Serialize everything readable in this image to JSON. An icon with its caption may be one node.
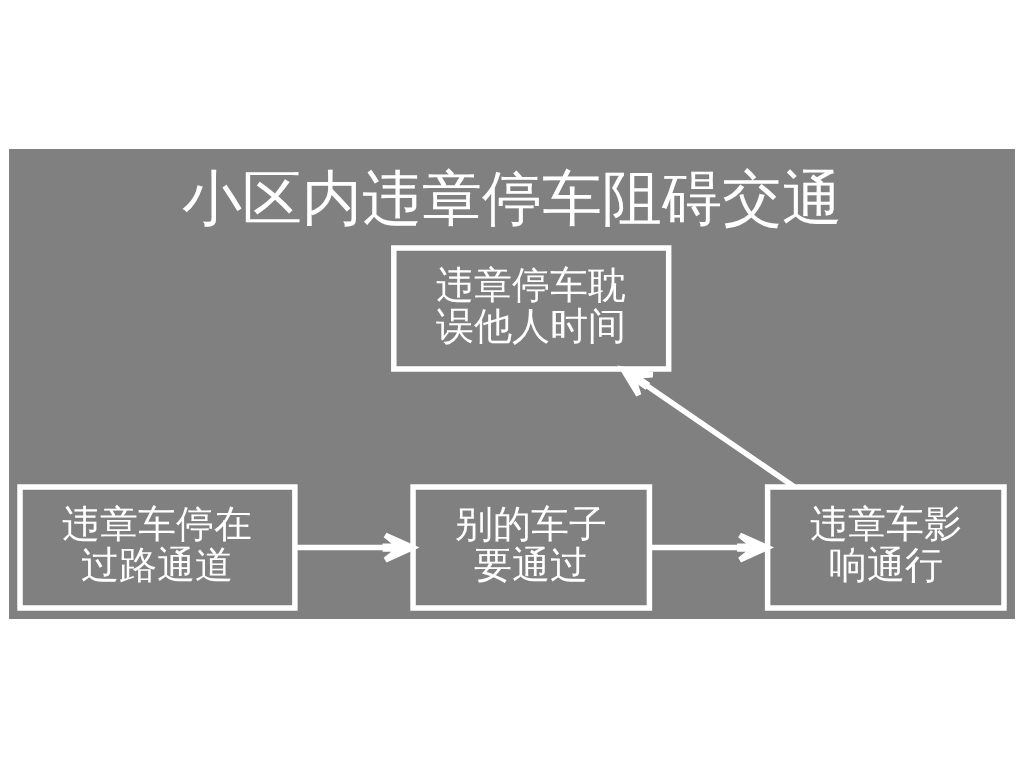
{
  "diagram": {
    "title": "小区内违章停车阻碍交通",
    "nodes": [
      {
        "text": [
          "违章车停在过路通道"
        ]
      },
      {
        "text": [
          "别的车子要通过"
        ]
      },
      {
        "text": [
          "违章车影响通行"
        ]
      },
      {
        "text": [
          "违章停车耽误他人时间"
        ]
      }
    ],
    "edges": [
      {
        "from": 0,
        "to": 1,
        "arrow": "to"
      },
      {
        "from": 1,
        "to": 2,
        "arrow": "to"
      },
      {
        "from": 2,
        "to": 3,
        "arrow": "to"
      }
    ]
  }
}
